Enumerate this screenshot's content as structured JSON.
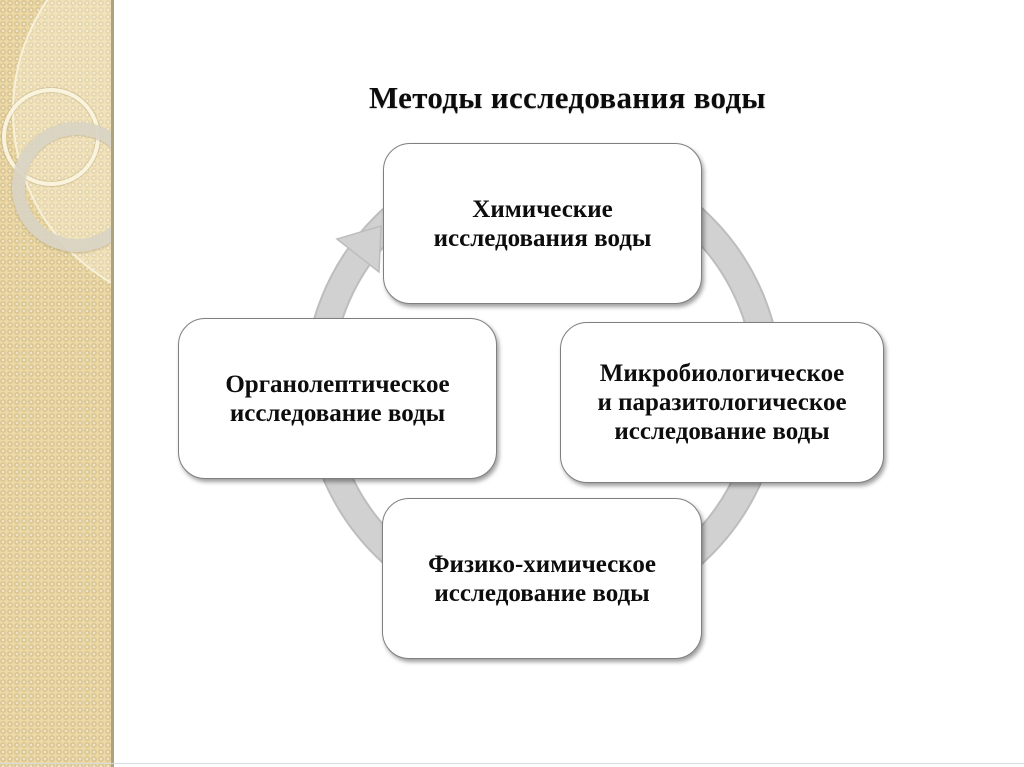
{
  "slide": {
    "title": "Методы исследования воды"
  },
  "diagram": {
    "type": "cycle",
    "arrow_color": "#cfcfcf",
    "nodes": {
      "top": {
        "label": "Химические исследования воды",
        "lines": [
          "Химические",
          "исследования воды"
        ]
      },
      "left": {
        "label": "Органолептическое исследование воды",
        "lines": [
          "Органолептическое",
          "исследование воды"
        ]
      },
      "right": {
        "label": "Микробиологическое и паразитологическое исследование воды",
        "lines": [
          "Микробиологическое",
          "и паразитологическое",
          "исследование воды"
        ]
      },
      "bottom": {
        "label": "Физико-химическое исследование воды",
        "lines": [
          "Физико-химическое",
          "исследование воды"
        ]
      }
    }
  },
  "theme": {
    "sidebar_color": "#ebd9a7",
    "sidebar_edge_color": "#ada37c",
    "background_color": "#ffffff",
    "node_fill": "#ffffff",
    "node_border_color": "#7f7f7f",
    "text_color": "#0d0d0d"
  }
}
